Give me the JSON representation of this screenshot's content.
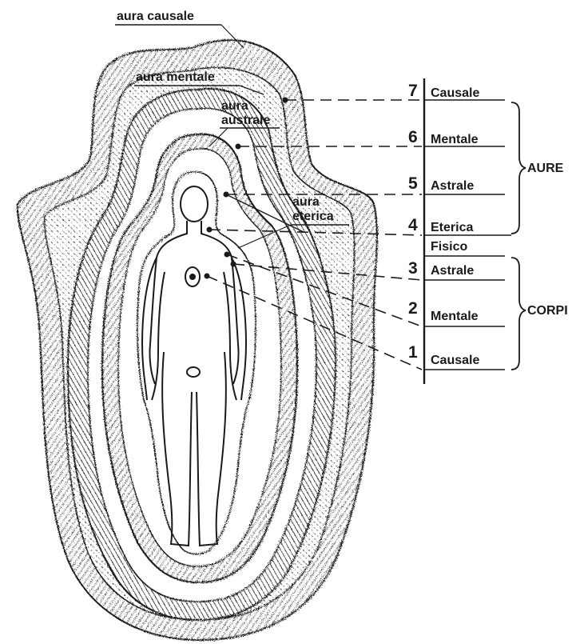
{
  "aura_labels": {
    "causale": "aura causale",
    "mentale": "aura mentale",
    "australe_1": "aura",
    "australe_2": "australe",
    "eterica_1": "aura",
    "eterica_2": "eterica"
  },
  "scale": {
    "levels": [
      {
        "number": "7",
        "name": "Causale"
      },
      {
        "number": "6",
        "name": "Mentale"
      },
      {
        "number": "5",
        "name": "Astrale"
      },
      {
        "number": "4",
        "name": "Eterica"
      },
      {
        "name": "Fisico"
      },
      {
        "number": "3",
        "name": "Astrale"
      },
      {
        "number": "2",
        "name": "Mentale"
      },
      {
        "number": "1",
        "name": "Causale"
      }
    ],
    "groups": {
      "aure": "AURE",
      "corpi": "CORPI"
    }
  },
  "style": {
    "ink_color": "#1a1a1a",
    "background": "#ffffff"
  }
}
